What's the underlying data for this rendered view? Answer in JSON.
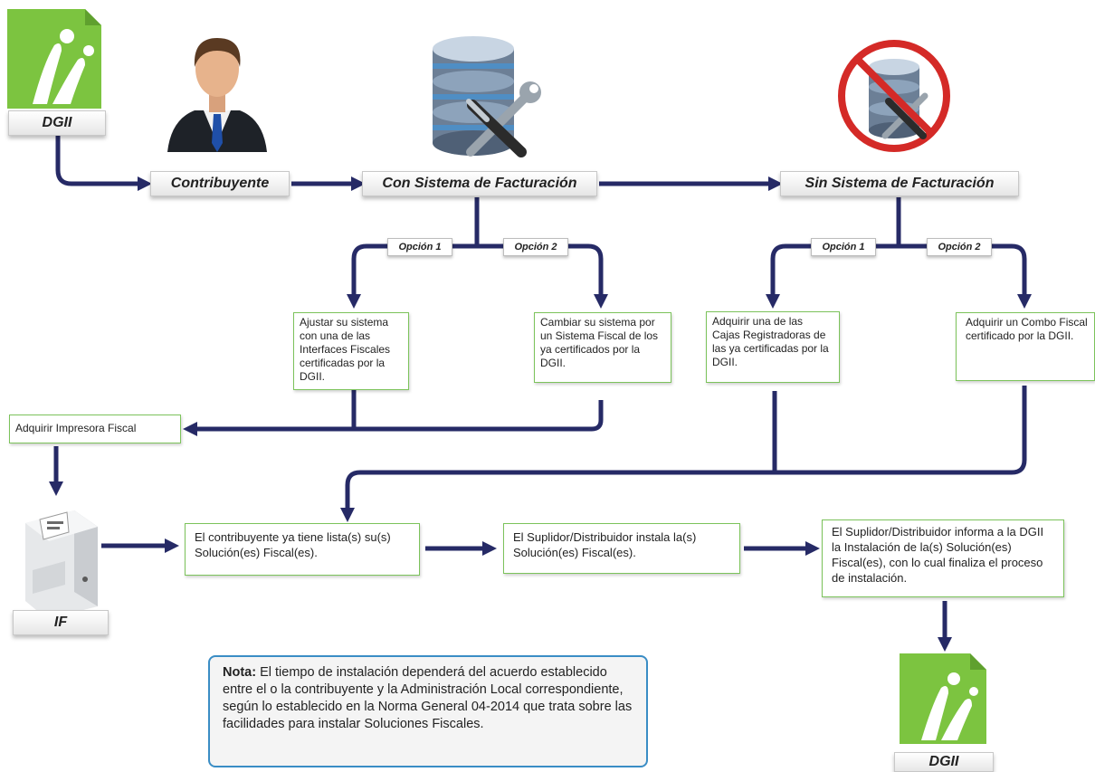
{
  "stages": {
    "dgii_top": "DGII",
    "contribuyente": "Contribuyente",
    "con_sistema": "Con Sistema de Facturación",
    "sin_sistema": "Sin Sistema de Facturación",
    "if_label": "IF",
    "dgii_bottom": "DGII"
  },
  "options": {
    "con_opcion1": "Opción 1",
    "con_opcion2": "Opción 2",
    "sin_opcion1": "Opción 1",
    "sin_opcion2": "Opción 2"
  },
  "steps": {
    "ajustar_sistema": "Ajustar su sistema con  una de las Interfaces Fiscales certificadas por la DGII.",
    "cambiar_sistema": "Cambiar su sistema por un Sistema Fiscal de los ya certificados por la DGII.",
    "adquirir_caja": "Adquirir una de las Cajas Registradoras de las ya certificadas por la DGII.",
    "adquirir_combo": "Adquirir un Combo Fiscal certificado por la DGII.",
    "adquirir_impresora": "Adquirir Impresora Fiscal",
    "contribuyente_lista": "El contribuyente ya tiene lista(s) su(s) Solución(es) Fiscal(es).",
    "suplidor_instala": "El Suplidor/Distribuidor instala la(s) Solución(es) Fiscal(es).",
    "suplidor_informa": "El Suplidor/Distribuidor informa a la DGII la Instalación de la(s) Solución(es) Fiscal(es), con lo cual finaliza el proceso de instalación."
  },
  "note": {
    "label": "Nota:",
    "text": " El tiempo de instalación dependerá del acuerdo establecido entre el o la contribuyente y la Administración Local correspondiente, según lo establecido en la Norma General 04-2014 que trata sobre las facilidades para instalar Soluciones Fiscales."
  },
  "icons": [
    "dgii-logo-icon",
    "person-icon",
    "database-tools-icon",
    "database-no-icon",
    "fiscal-printer-icon"
  ],
  "colors": {
    "arrow": "#262a66",
    "box_border": "#7cc35b",
    "note_border": "#3a8dc5",
    "logo_green": "#7cc440",
    "prohibit_red": "#d42a27"
  }
}
